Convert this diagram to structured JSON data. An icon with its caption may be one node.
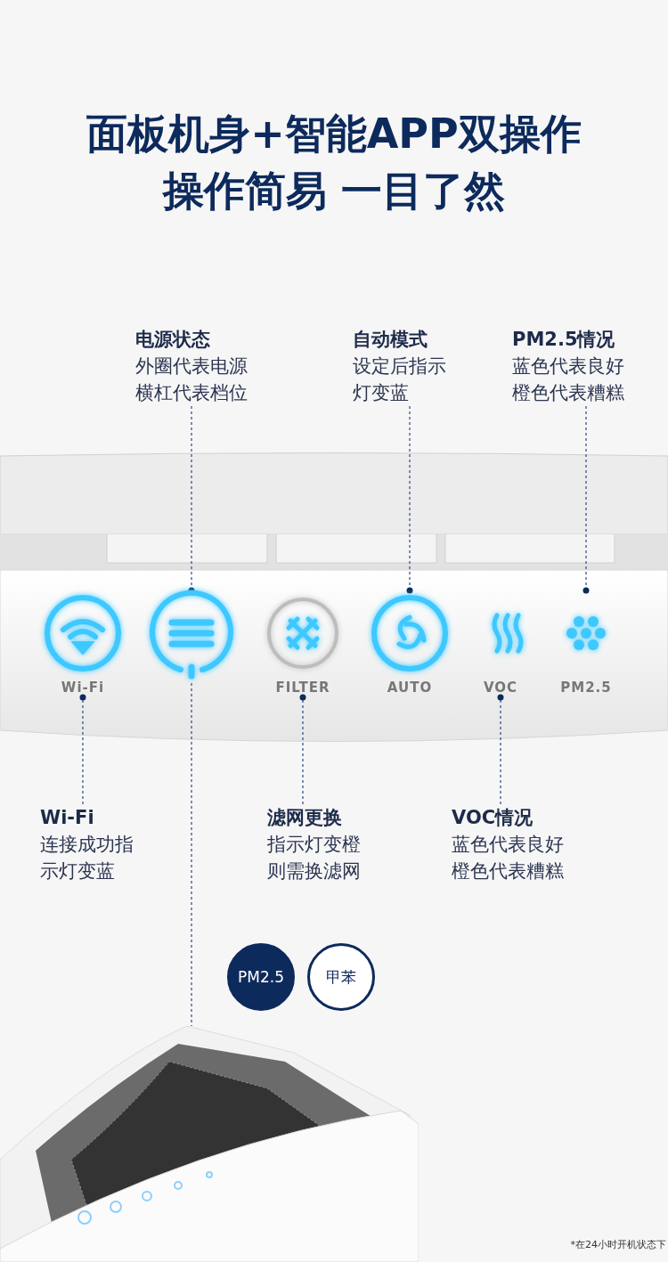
{
  "diagram": {
    "title": "面板机身+智能APP双操作操作简易 一目了然",
    "nodes": [
      {
        "text": [
          "电源状态",
          "外圈代表电源横杠代表档位"
        ]
      },
      {
        "text": [
          "自动模式",
          "设定后指示灯变蓝"
        ]
      },
      {
        "text": [
          "PM2.5情况",
          "蓝色代表良好橙色代表糟糕"
        ]
      },
      {
        "text": [
          "Wi-Fi"
        ]
      },
      {
        "text": [],
        "shape": "picture"
      },
      {
        "text": [
          "FILTER"
        ]
      },
      {
        "text": [
          "AUTO"
        ]
      },
      {
        "text": [
          "VOC"
        ]
      },
      {
        "text": [
          "PM2.5"
        ]
      },
      {
        "text": [
          "Wi-Fi",
          "连接成功指示灯变蓝"
        ]
      },
      {
        "text": [
          "滤网更换",
          "指示灯变橙则需换滤网"
        ]
      },
      {
        "text": [
          "VOC情况",
          "蓝色代表良好橙色代表糟糕"
        ]
      },
      {
        "text": [
          "PM2.5"
        ]
      },
      {
        "text": [
          "甲苯"
        ]
      },
      {
        "text": [],
        "shape": "picture"
      }
    ],
    "edges": [
      {
        "from": 0,
        "to": 4,
        "arrow": "other"
      },
      {
        "from": 1,
        "to": 6,
        "arrow": "other"
      },
      {
        "from": 2,
        "to": 8,
        "arrow": "other"
      },
      {
        "from": 9,
        "to": 3,
        "arrow": "other"
      },
      {
        "from": 10,
        "to": 5,
        "arrow": "other"
      },
      {
        "from": 11,
        "to": 7,
        "arrow": "other"
      },
      {
        "from": 4,
        "to": 14,
        "arrow": "none"
      }
    ],
    "labels": [
      "*在24小时开机状态下"
    ]
  }
}
